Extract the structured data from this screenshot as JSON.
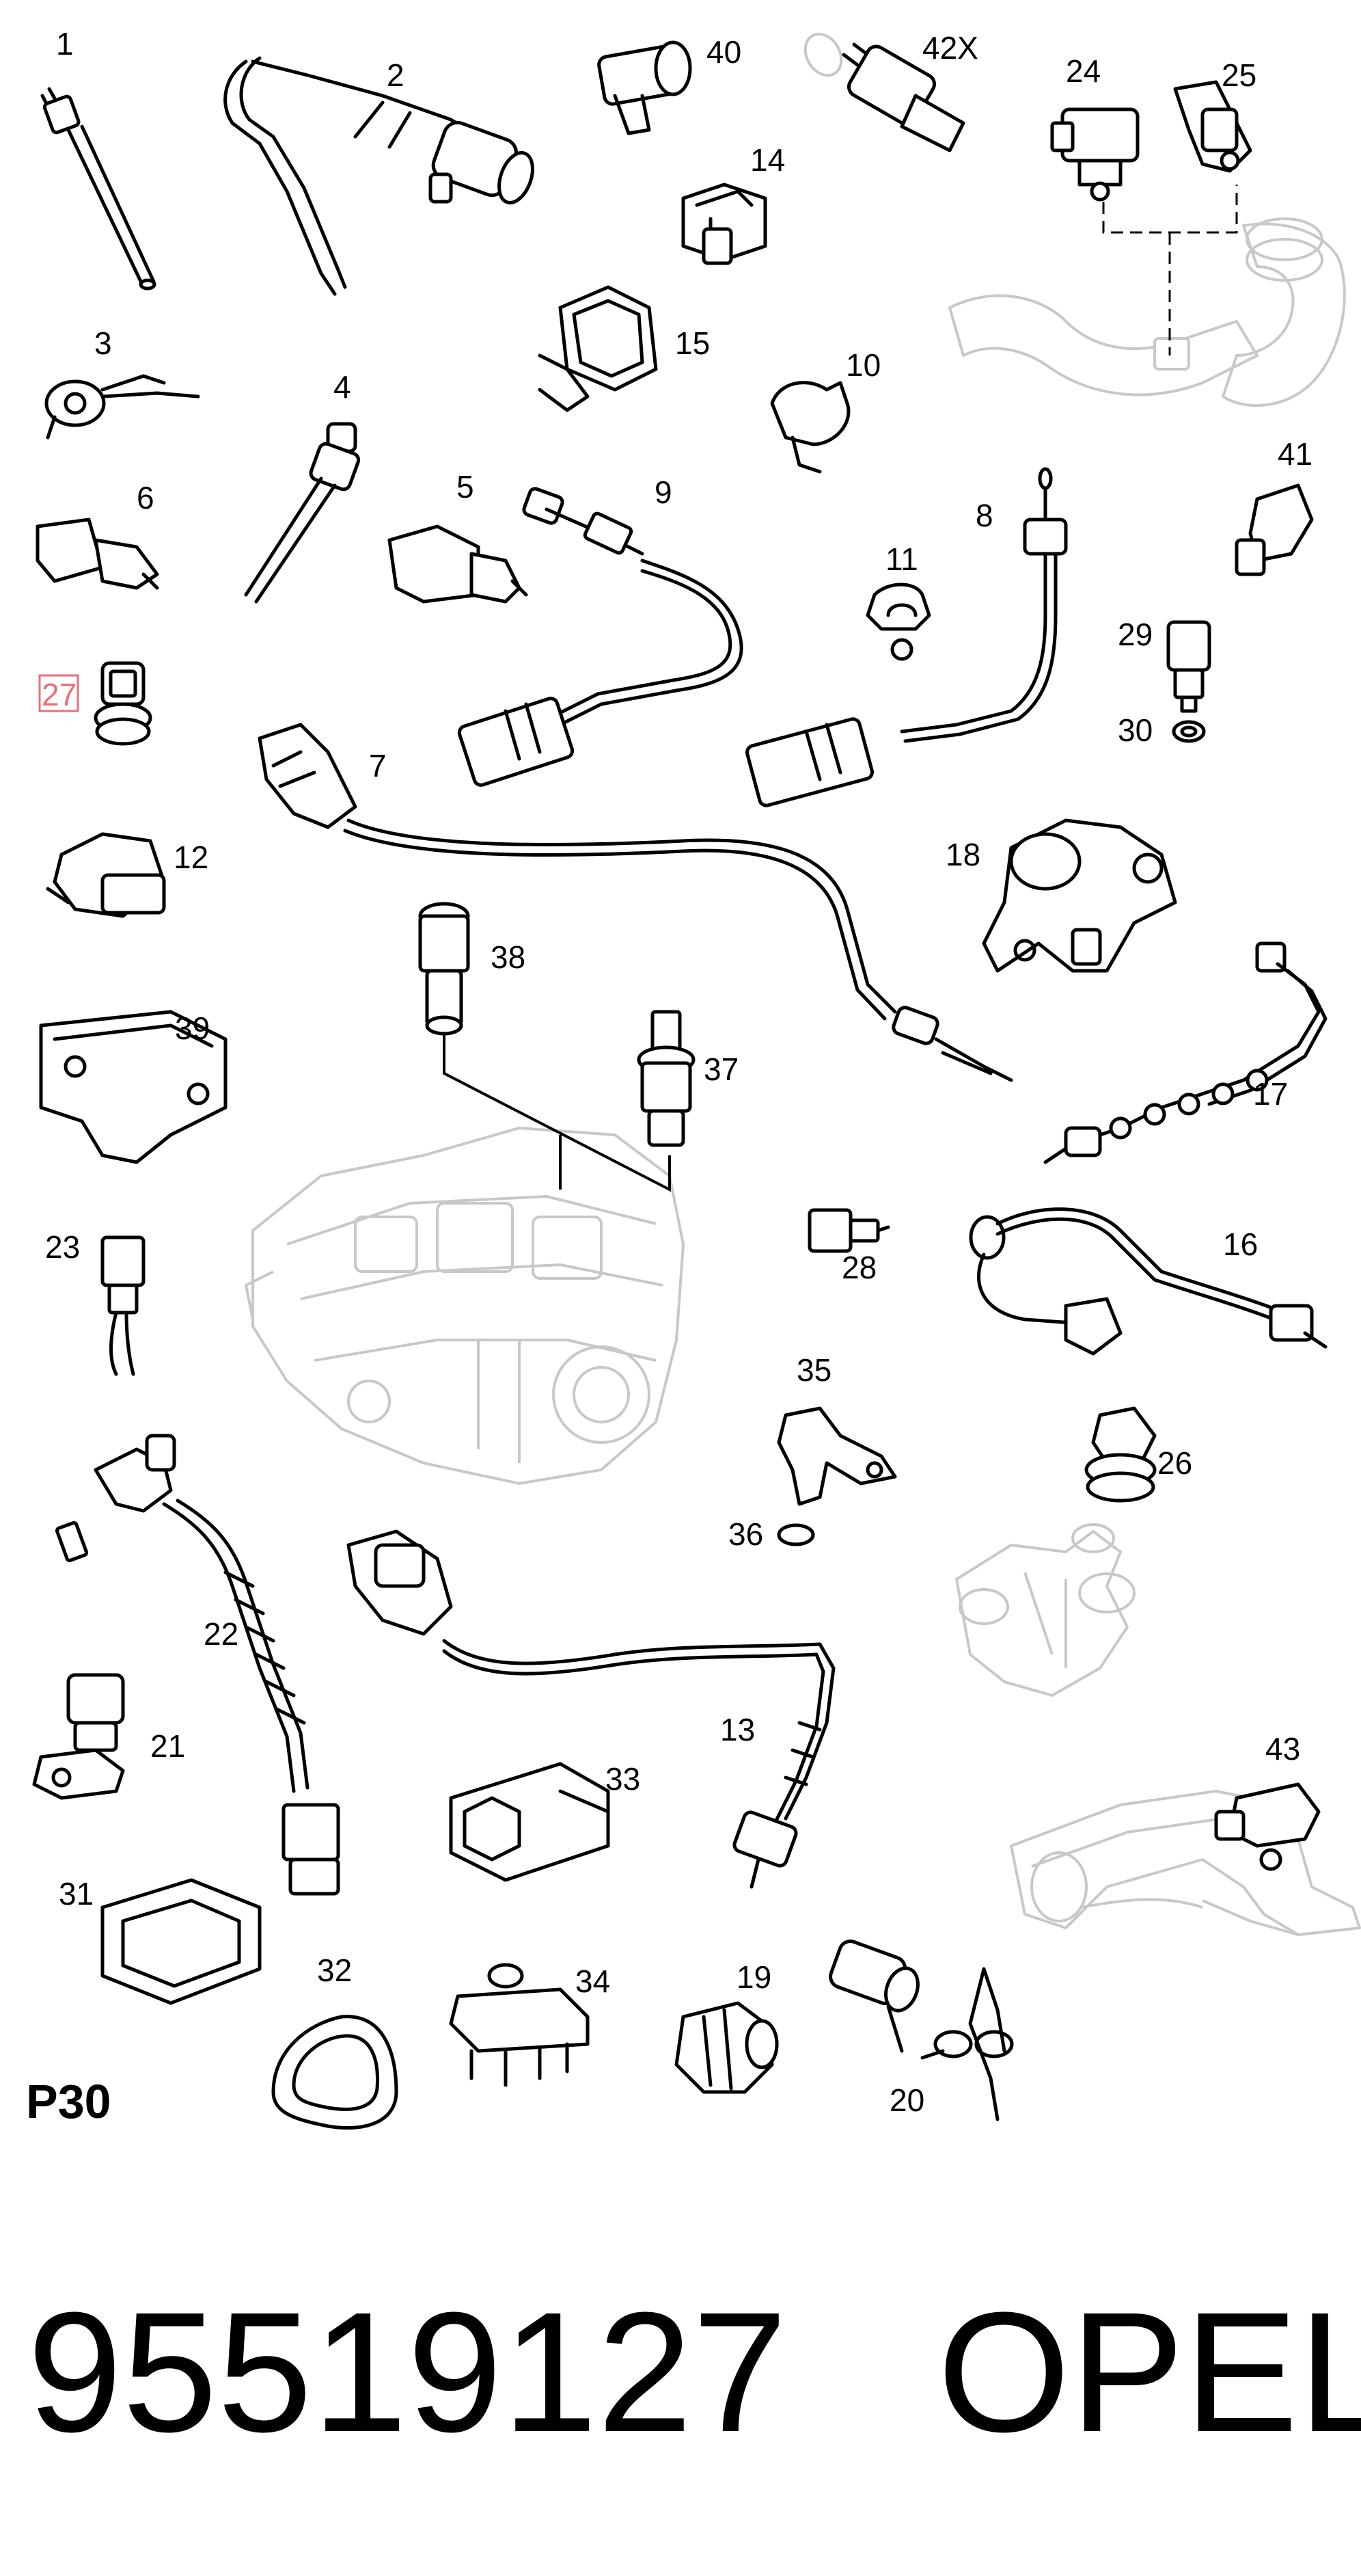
{
  "sheet_code": "P30",
  "part_number": "95519127",
  "brand": "OPEL",
  "highlighted_callout": "27",
  "highlight_color": "#e8707a",
  "callouts": [
    "1",
    "2",
    "3",
    "4",
    "5",
    "6",
    "27",
    "12",
    "40",
    "42X",
    "14",
    "15",
    "10",
    "24",
    "25",
    "9",
    "7",
    "11",
    "8",
    "41",
    "29",
    "30",
    "18",
    "38",
    "39",
    "37",
    "17",
    "23",
    "28",
    "16",
    "35",
    "26",
    "36",
    "22",
    "21",
    "13",
    "33",
    "43",
    "31",
    "32",
    "34",
    "19",
    "20"
  ]
}
